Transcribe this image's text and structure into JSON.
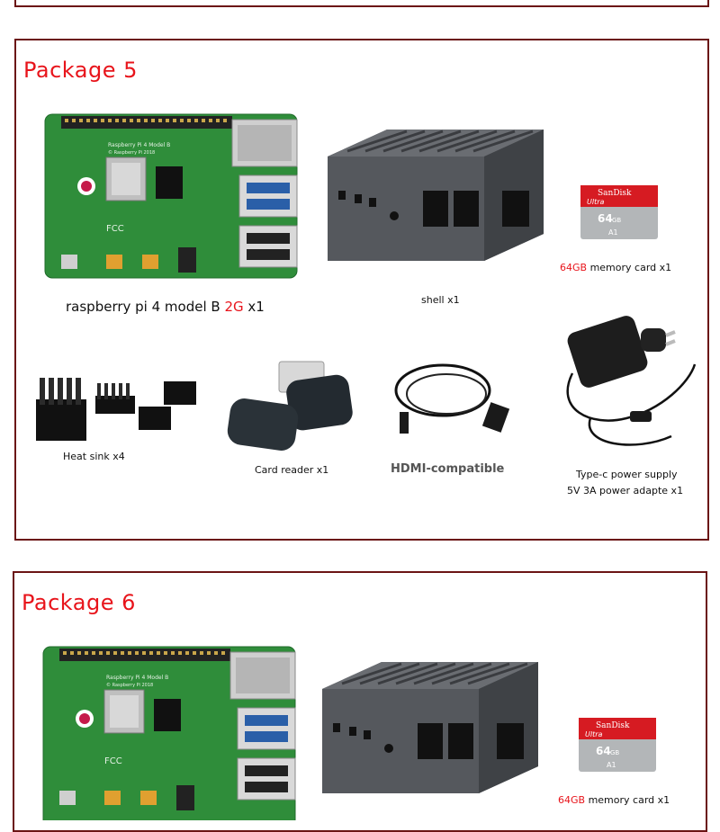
{
  "package5": {
    "title": "Package 5",
    "board_caption": {
      "pre": "raspberry pi 4 model B ",
      "highlight": "2G",
      "post": " x1"
    },
    "shell_caption": "shell x1",
    "memory_caption": {
      "highlight": "64GB",
      "post": " memory card x1"
    },
    "heatsink_caption": "Heat sink x4",
    "cardreader_caption": "Card reader x1",
    "hdmi_caption": "HDMI-compatible",
    "power_caption_line1": "Type-c power supply",
    "power_caption_line2": "5V 3A power adapte x1"
  },
  "package6": {
    "title": "Package 6",
    "memory_caption": {
      "highlight": "64GB",
      "post": " memory card x1"
    }
  },
  "board_text": {
    "model_line": "Raspberry Pi 4 Model B",
    "copyright": "© Raspberry Pi 2018",
    "fcc": "FCC"
  },
  "sdcard_text": {
    "brand": "SanDisk",
    "line": "Ultra",
    "capacity": "64",
    "unit": "GB",
    "class": "A1"
  },
  "colors": {
    "accent_red": "#e8141b",
    "border": "#6b1414",
    "board_green": "#2f8d3a",
    "case_grey": "#5a5d62"
  }
}
